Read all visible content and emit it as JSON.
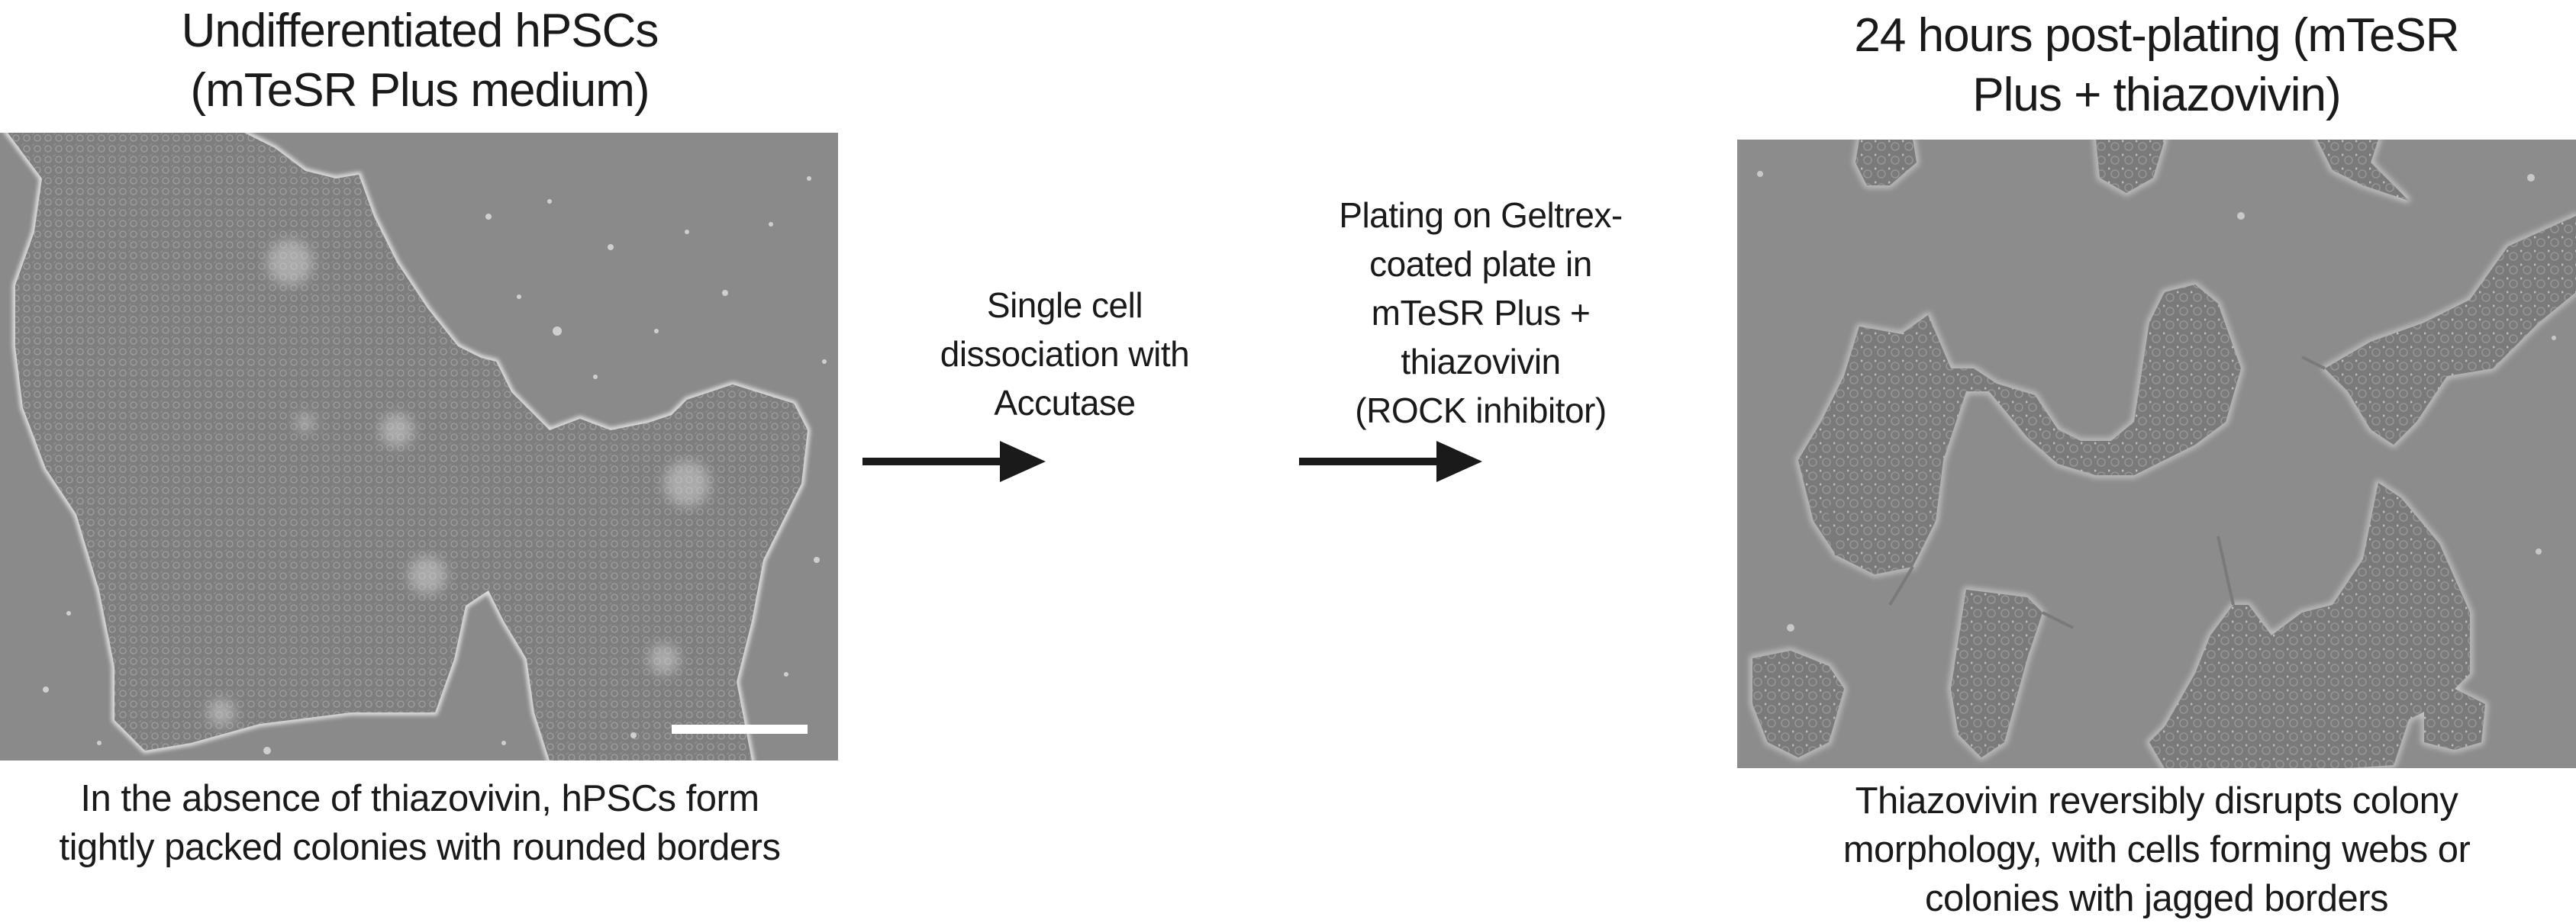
{
  "left_panel": {
    "title_lines": [
      "Undifferentiated hPSCs",
      "(mTeSR Plus medium)"
    ],
    "image_label": "phase-contrast micrograph of undifferentiated hPSC colony",
    "scale_bar": true,
    "caption_lines": [
      "In the absence of thiazovivin, hPSCs form",
      "tightly packed colonies with rounded borders"
    ]
  },
  "steps": [
    {
      "lines": [
        "Single cell",
        "dissociation with",
        "Accutase"
      ],
      "arrow": "right-arrow"
    },
    {
      "lines": [
        "Plating on Geltrex-",
        "coated plate in",
        "mTeSR Plus +",
        "thiazovivin",
        "(ROCK inhibitor)"
      ],
      "arrow": "right-arrow"
    }
  ],
  "right_panel": {
    "title_lines": [
      "24 hours post-plating (mTeSR",
      "Plus + thiazovivin)"
    ],
    "image_label": "phase-contrast micrograph of hPSCs 24 h after plating with thiazovivin",
    "caption_lines": [
      "Thiazovivin reversibly disrupts colony",
      "morphology, with cells forming webs or",
      "colonies with jagged borders"
    ]
  },
  "colors": {
    "text": "#1a1a1a",
    "arrow": "#1a1a1a",
    "micrograph_background": "#8b8b8b",
    "colony": "#7c7c7c",
    "halo": "#d8d8d8",
    "scale_bar": "#ffffff"
  }
}
